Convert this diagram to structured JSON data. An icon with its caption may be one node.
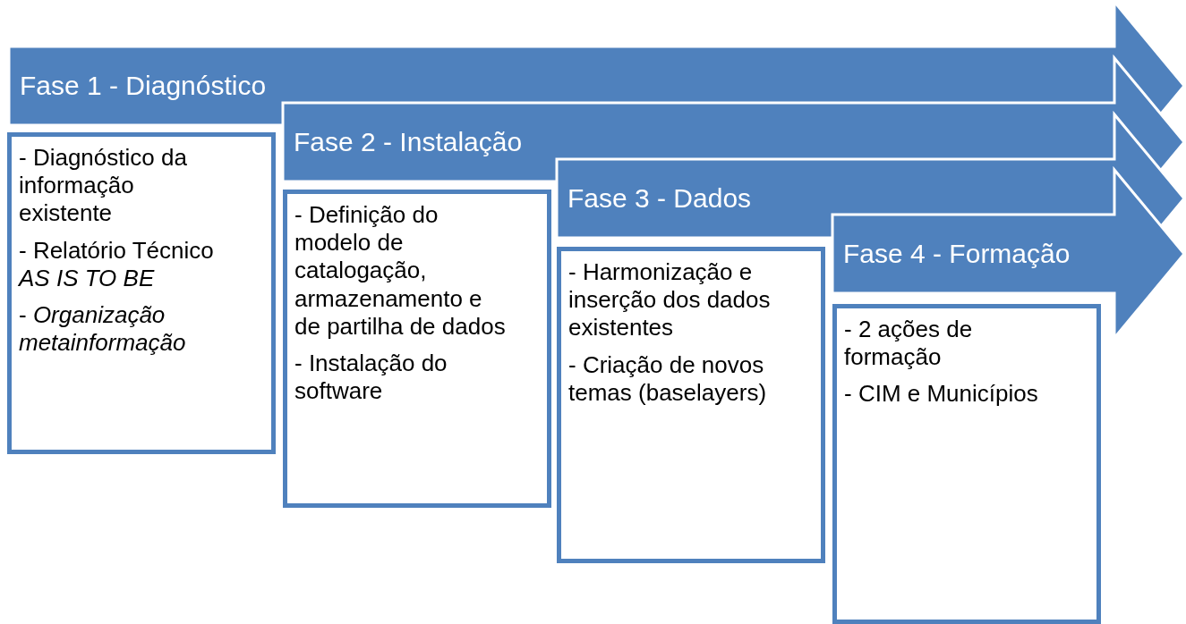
{
  "diagram": {
    "nodes": [
      {
        "text": [
          "Fase 1 - Diagnóstico"
        ]
      },
      {
        "text": [
          "- Diagnóstico da informação existente",
          "- Relatório Técnico *AS IS TO BE*",
          "- *Organização metainformação*"
        ]
      },
      {
        "text": [
          "Fase 2 - Instalação"
        ]
      },
      {
        "text": [
          "- Definição do modelo de catalogação, armazenamento e de partilha de dados",
          "- Instalação do software"
        ]
      },
      {
        "text": [
          "Fase 3 - Dados"
        ]
      },
      {
        "text": [
          "- Harmonização e inserção dos dados existentes",
          "- Criação de novos temas (baselayers)"
        ]
      },
      {
        "text": [
          "Fase 4 - Formação"
        ]
      },
      {
        "text": [
          "- 2 ações de formação",
          "- CIM e Municípios"
        ]
      }
    ],
    "edges": []
  }
}
